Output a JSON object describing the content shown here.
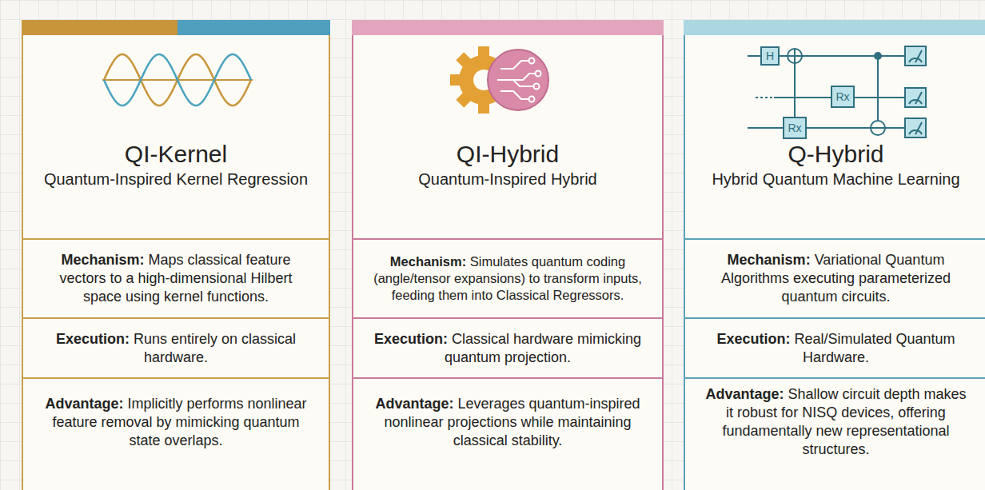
{
  "diagram": {
    "nodes": [
      {
        "text": [
          "QI-Kernel",
          "Quantum-Inspired Kernel Regression",
          "Mechanism: Maps classical feature vectors to a high-dimensional Hilbert space using kernel functions.",
          "Execution: Runs entirely on classical hardware.",
          "Advantage: Implicitly performs nonlinear feature removal by mimicking quantum state overlaps."
        ]
      },
      {
        "text": [
          "QI-Hybrid",
          "Quantum-Inspired Hybrid",
          "Mechanism: Simulates quantum coding (angle/tensor expansions) to transform inputs, feeding them into Classical Regressors.",
          "Execution: Classical hardware mimicking quantum projection.",
          "Advantage: Leverages quantum-inspired nonlinear projections while maintaining classical stability."
        ]
      },
      {
        "text": [
          "Q-Hybrid",
          "Hybrid Quantum Machine Learning",
          "Mechanism: Variational Quantum Algorithms executing parameterized quantum circuits.",
          "Execution: Real/Simulated Quantum Hardware.",
          "Advantage: Shallow circuit depth makes it robust for NISQ devices, offering fundamentally new representational structures."
        ]
      }
    ],
    "labels": [
      "H",
      "Rx",
      "Rx"
    ]
  }
}
